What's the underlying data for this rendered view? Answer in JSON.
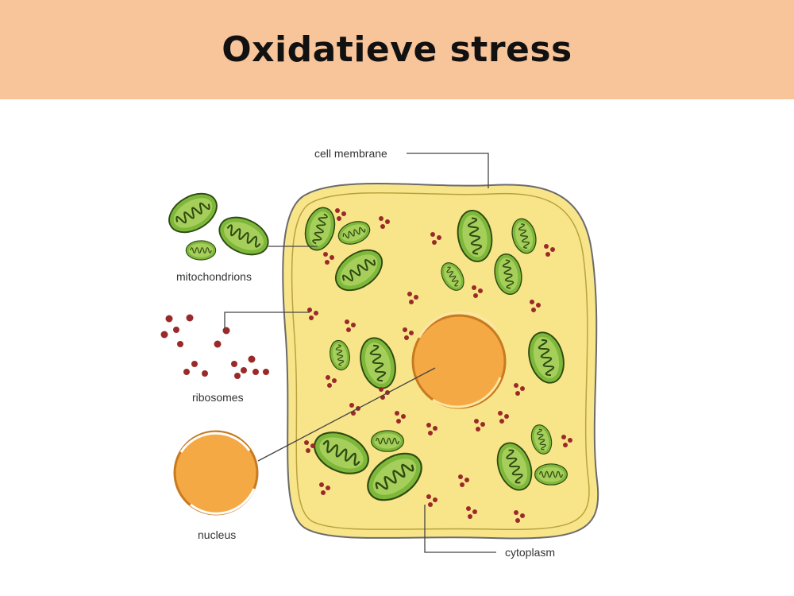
{
  "slide": {
    "title": "Oxidatieve stress"
  },
  "diagram": {
    "labels": {
      "cell_membrane": "cell membrane",
      "mitochondrions": "mitochondrions",
      "ribosomes": "ribosomes",
      "nucleus": "nucleus",
      "cytoplasm": "cytoplasm"
    }
  },
  "colors": {
    "header_bg": "#F8C49A",
    "cytoplasm": "#F9E589",
    "membrane": "#6B6B6B",
    "mitochondrion_outer": "#7DB83A",
    "mitochondrion_inner": "#2E4A12",
    "ribosome": "#9A2A2A",
    "nucleus": "#F5A945"
  }
}
